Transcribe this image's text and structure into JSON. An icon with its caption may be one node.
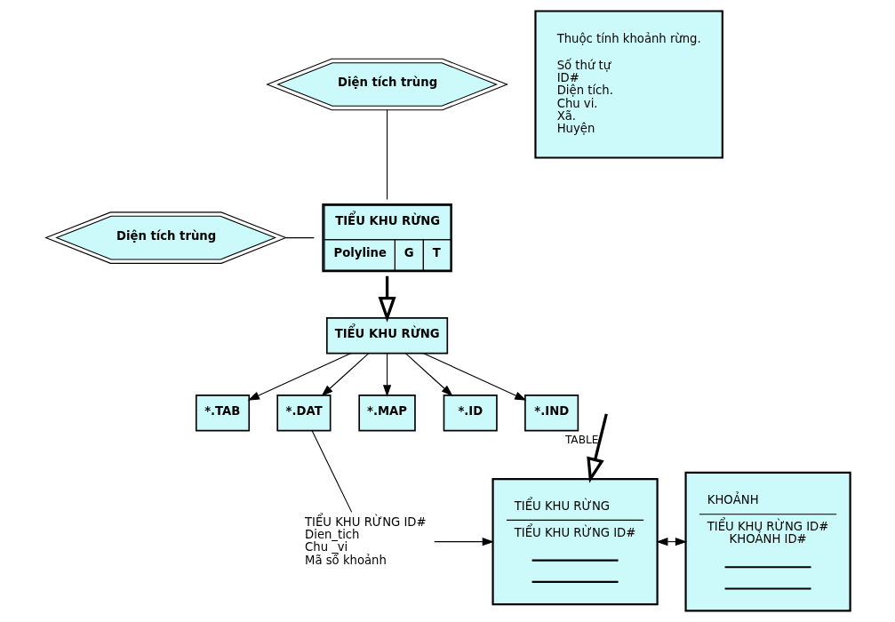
{
  "diagram": {
    "nodes": [
      {
        "text": [
          "Diện tích trùng"
        ]
      },
      {
        "text": [
          "Diện tích trùng"
        ]
      },
      {
        "text": [
          "TIỂU KHU RỪNG",
          "Polyline",
          "G",
          "T"
        ]
      },
      {
        "text": [
          "Thuộc tính khoảnh rừng.",
          "Số thứ tự",
          "ID#",
          "Diện tích.",
          "Chu vi.",
          "Xã.",
          "Huyện"
        ]
      },
      {
        "text": [
          "TIỂU KHU RỪNG"
        ]
      },
      {
        "text": [
          "*.TAB"
        ]
      },
      {
        "text": [
          "*.DAT"
        ]
      },
      {
        "text": [
          "*.MAP"
        ]
      },
      {
        "text": [
          "*.ID"
        ]
      },
      {
        "text": [
          "*.IND"
        ]
      },
      {
        "text": [
          "TIỂU KHU RỪNG ID#",
          "Dien_tich",
          "Chu _vi",
          "Mã số khoảnh"
        ]
      },
      {
        "text": [
          "TIỂU KHU RỪNG",
          "TIỂU KHU RỪNG ID#"
        ]
      },
      {
        "text": [
          "KHOẢNH",
          "TIỂU KHU RỪNG ID#",
          "KHOẢNH ID#"
        ]
      }
    ],
    "edges": [
      {
        "from": 0,
        "to": 2,
        "arrow": "none"
      },
      {
        "from": 1,
        "to": 2,
        "arrow": "none"
      },
      {
        "from": 2,
        "to": 4,
        "arrow": "to",
        "style": "thick"
      },
      {
        "from": 4,
        "to": 5,
        "arrow": "to"
      },
      {
        "from": 4,
        "to": 6,
        "arrow": "to"
      },
      {
        "from": 4,
        "to": 7,
        "arrow": "to"
      },
      {
        "from": 4,
        "to": 8,
        "arrow": "to"
      },
      {
        "from": 4,
        "to": 9,
        "arrow": "to"
      },
      {
        "from": 6,
        "to": 10,
        "arrow": "none"
      },
      {
        "from": 10,
        "to": 11,
        "arrow": "to"
      },
      {
        "from": null,
        "to": 11,
        "arrow": "to",
        "style": "thick",
        "label": "TABLE"
      },
      {
        "from": 11,
        "to": 12,
        "arrow": "both"
      }
    ]
  }
}
